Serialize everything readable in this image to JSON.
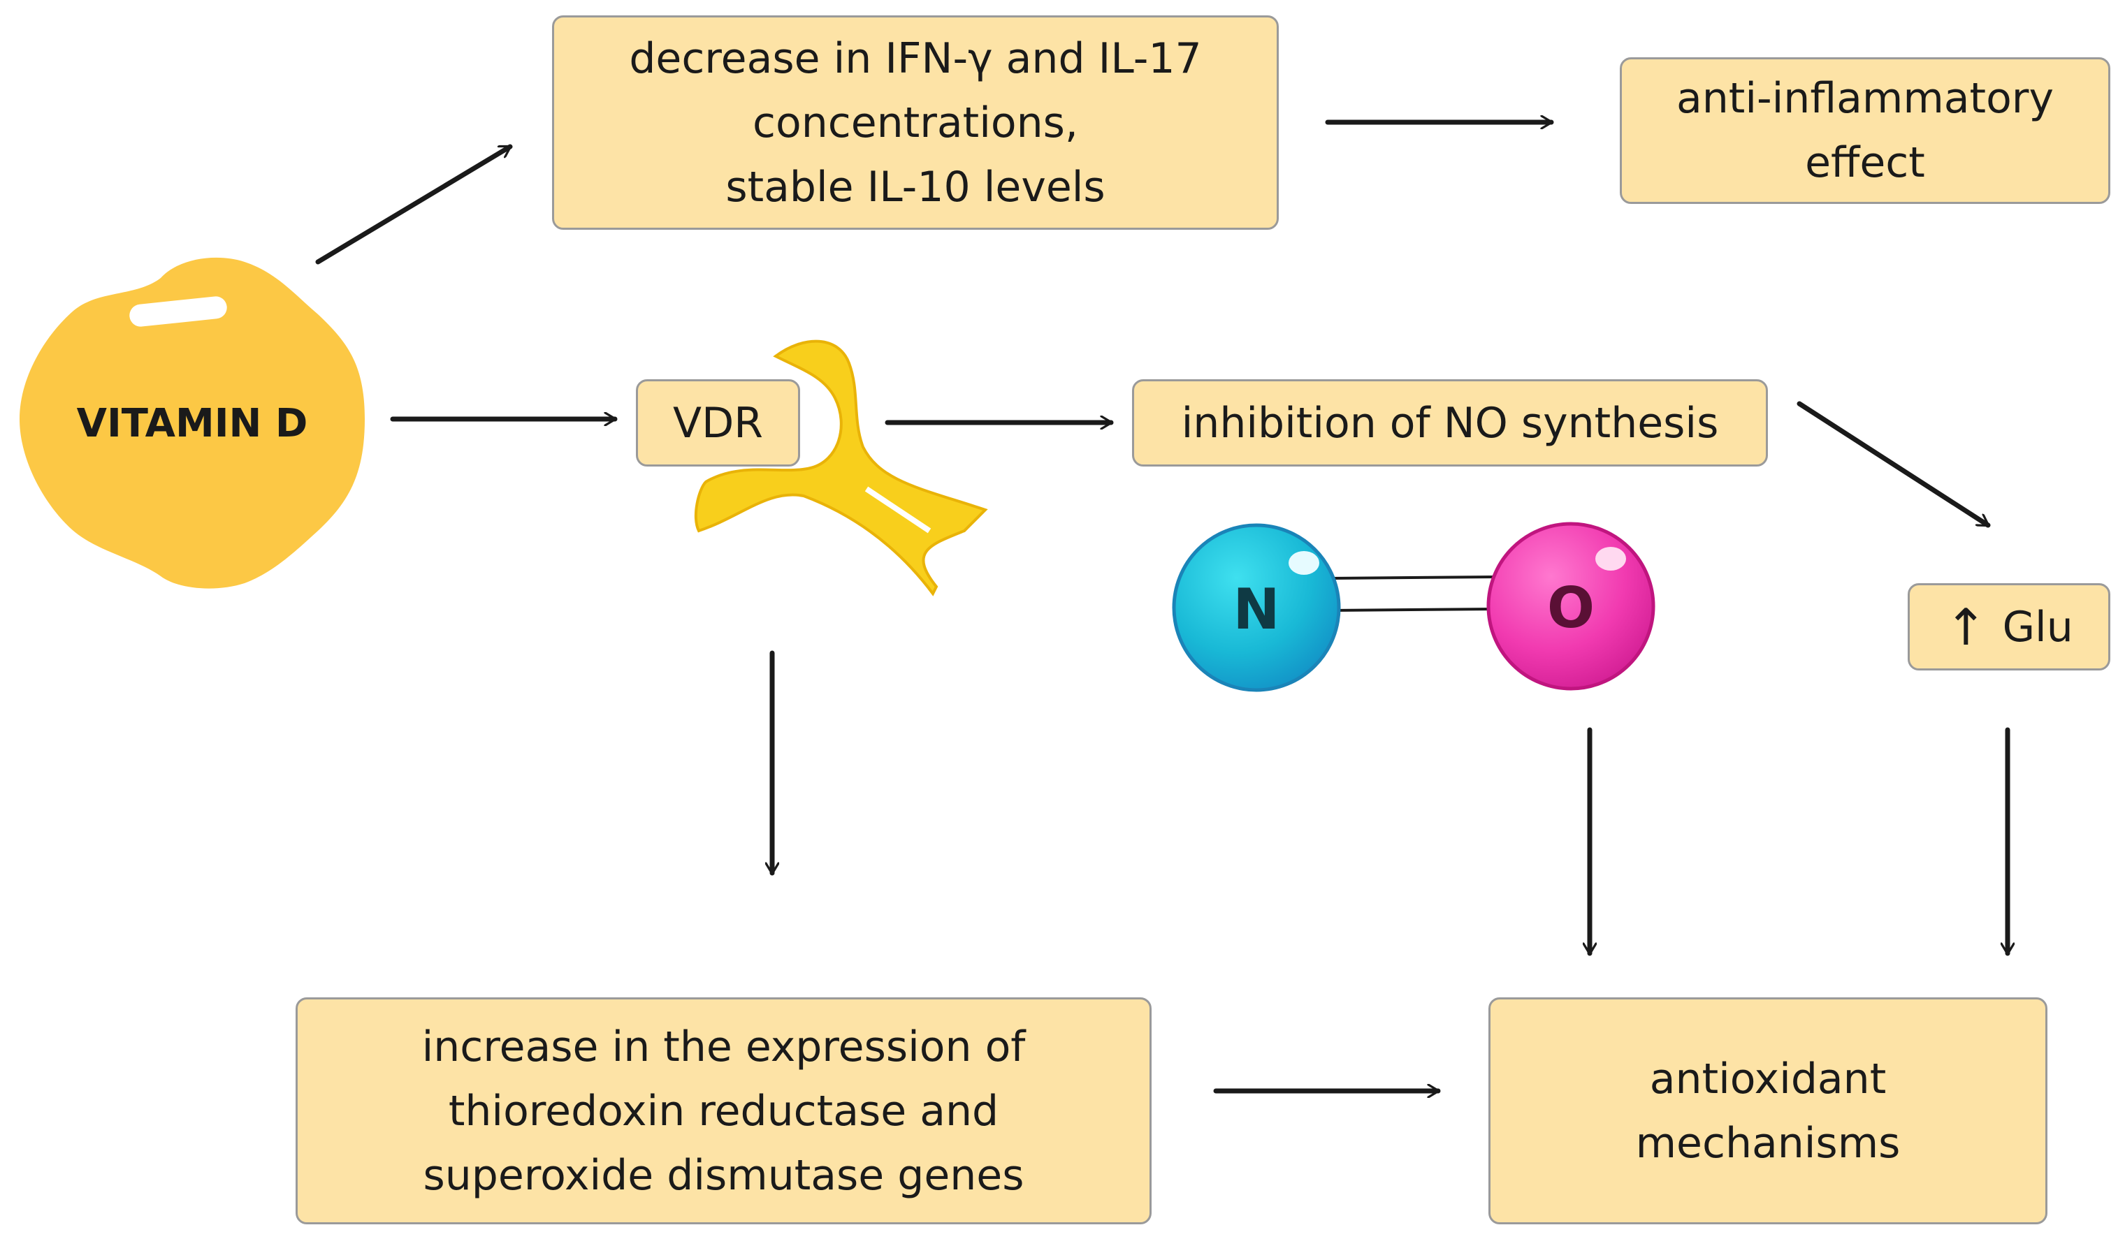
{
  "vitamin": {
    "label": "VITAMIN D"
  },
  "boxes": {
    "cytokines": {
      "lines": [
        "decrease in IFN-γ and IL-17",
        "concentrations,",
        "stable IL-10 levels"
      ]
    },
    "anti_inflammatory": {
      "lines": [
        "anti-inflammatory",
        "effect"
      ]
    },
    "vdr": {
      "label": "VDR"
    },
    "no_synthesis": {
      "label": "inhibition of NO synthesis"
    },
    "glu": {
      "arrow": "↑",
      "label": "Glu"
    },
    "gene_expression": {
      "lines": [
        "increase in the expression of",
        "thioredoxin reductase and",
        "superoxide dismutase genes"
      ]
    },
    "antioxidant": {
      "lines": [
        "antioxidant",
        "mechanisms"
      ]
    }
  },
  "molecule": {
    "atom1": "N",
    "atom2": "O"
  },
  "colors": {
    "box_fill": "#fde3a6",
    "box_border": "#9a9a9a",
    "vitamin_fill": "#fcc845",
    "receptor_fill": "#f8cf1c",
    "nitrogen": "#19b9d6",
    "oxygen": "#f13ab0",
    "arrow": "#1a1a1a"
  }
}
